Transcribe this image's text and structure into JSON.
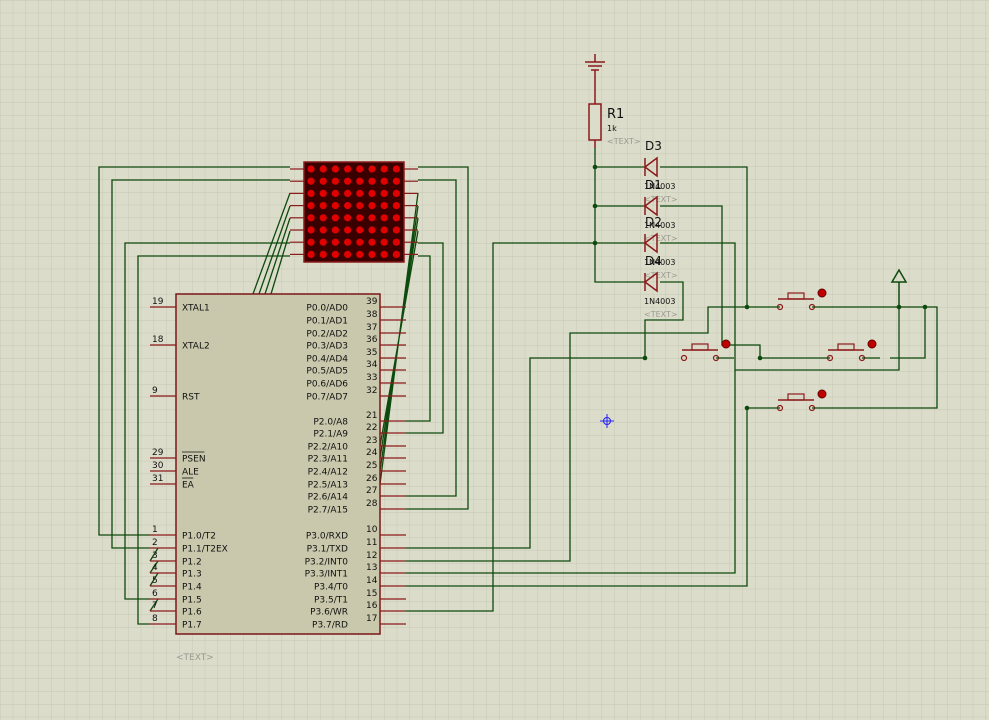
{
  "colors": {
    "background": "#dcdccb",
    "grid": "#c8c8b6",
    "wire": "#0d4a0d",
    "component": "#8b1a1a",
    "chip_fill": "#c9c8ac",
    "chip_stroke": "#7a1818",
    "pin_text": "#111111",
    "pin_number": "#111111",
    "placeholder": "#9a9a90",
    "led_off": "#e00000",
    "matrix_bg": "#3a0000",
    "cursor": "#2020ff"
  },
  "chip": {
    "placeholder": "<TEXT>",
    "left_pins": [
      {
        "num": "19",
        "label": "XTAL1",
        "arrow": true
      },
      {
        "num": "18",
        "label": "XTAL2"
      },
      {
        "num": "9",
        "label": "RST"
      },
      {
        "num": "29",
        "label": "PSEN",
        "over": true
      },
      {
        "num": "30",
        "label": "ALE"
      },
      {
        "num": "31",
        "label": "EA",
        "over": true
      },
      {
        "num": "1",
        "label": "P1.0/T2"
      },
      {
        "num": "2",
        "label": "P1.1/T2EX"
      },
      {
        "num": "3",
        "label": "P1.2"
      },
      {
        "num": "4",
        "label": "P1.3"
      },
      {
        "num": "5",
        "label": "P1.4"
      },
      {
        "num": "6",
        "label": "P1.5"
      },
      {
        "num": "7",
        "label": "P1.6"
      },
      {
        "num": "8",
        "label": "P1.7"
      }
    ],
    "right_pins": [
      {
        "num": "39",
        "label": "P0.0/AD0"
      },
      {
        "num": "38",
        "label": "P0.1/AD1"
      },
      {
        "num": "37",
        "label": "P0.2/AD2"
      },
      {
        "num": "36",
        "label": "P0.3/AD3"
      },
      {
        "num": "35",
        "label": "P0.4/AD4"
      },
      {
        "num": "34",
        "label": "P0.5/AD5"
      },
      {
        "num": "33",
        "label": "P0.6/AD6"
      },
      {
        "num": "32",
        "label": "P0.7/AD7"
      },
      {
        "num": "21",
        "label": "P2.0/A8"
      },
      {
        "num": "22",
        "label": "P2.1/A9"
      },
      {
        "num": "23",
        "label": "P2.2/A10"
      },
      {
        "num": "24",
        "label": "P2.3/A11"
      },
      {
        "num": "25",
        "label": "P2.4/A12"
      },
      {
        "num": "26",
        "label": "P2.5/A13"
      },
      {
        "num": "27",
        "label": "P2.6/A14"
      },
      {
        "num": "28",
        "label": "P2.7/A15"
      },
      {
        "num": "10",
        "label": "P3.0/RXD"
      },
      {
        "num": "11",
        "label": "P3.1/TXD"
      },
      {
        "num": "12",
        "label": "P3.2/INT0"
      },
      {
        "num": "13",
        "label": "P3.3/INT1"
      },
      {
        "num": "14",
        "label": "P3.4/T0"
      },
      {
        "num": "15",
        "label": "P3.5/T1"
      },
      {
        "num": "16",
        "label": "P3.6/WR"
      },
      {
        "num": "17",
        "label": "P3.7/RD"
      }
    ]
  },
  "resistor": {
    "ref": "R1",
    "value": "1k",
    "placeholder": "<TEXT>"
  },
  "diodes": [
    {
      "ref": "D3",
      "part": "1N4003",
      "placeholder": "<TEXT>"
    },
    {
      "ref": "D1",
      "part": "1N4003",
      "placeholder": "<TEXT>"
    },
    {
      "ref": "D2",
      "part": "1N4003",
      "placeholder": "<TEXT>"
    },
    {
      "ref": "D4",
      "part": "1N4003",
      "placeholder": "<TEXT>"
    }
  ],
  "led_matrix": {
    "rows": 8,
    "cols": 8
  }
}
